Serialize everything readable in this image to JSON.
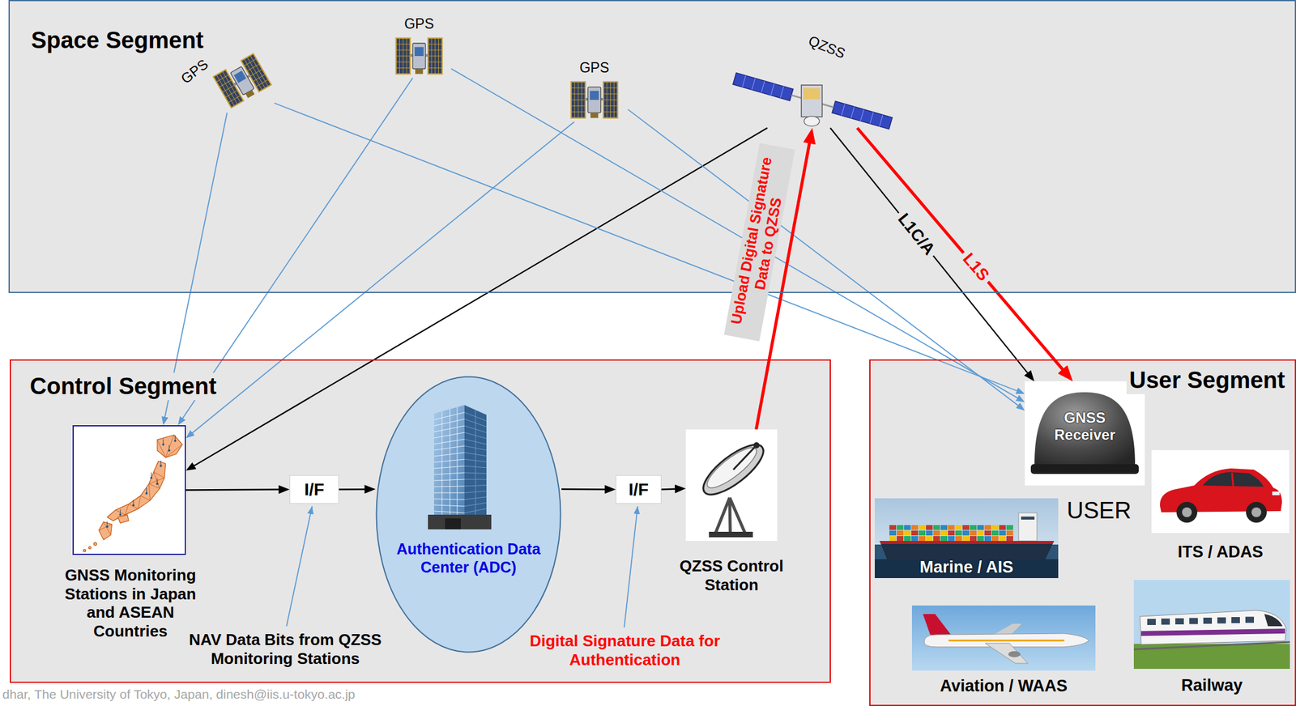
{
  "diagram": {
    "nodes": [
      {
        "text": [
          "Space Segment"
        ]
      },
      {
        "text": [
          "GPS"
        ],
        "in": 0
      },
      {
        "text": [
          "GPS"
        ],
        "in": 0
      },
      {
        "text": [
          "GPS"
        ],
        "in": 0
      },
      {
        "text": [
          "QZSS"
        ],
        "in": 0
      },
      {
        "text": [
          "Control Segment"
        ]
      },
      {
        "text": [
          "GNSS Monitoring Stations in Japan and ASEAN Countries"
        ],
        "in": 5
      },
      {
        "text": [
          "I/F"
        ],
        "in": 5
      },
      {
        "text": [
          "Authentication Data Center (ADC)"
        ],
        "in": 5
      },
      {
        "text": [
          "I/F"
        ],
        "in": 5
      },
      {
        "text": [
          "QZSS Control Station"
        ],
        "in": 5
      },
      {
        "text": [
          "User Segment"
        ]
      },
      {
        "text": [
          "GNSS Receiver"
        ],
        "in": 11
      },
      {
        "text": [
          "Marine / AIS"
        ],
        "in": 11
      },
      {
        "text": [
          "ITS / ADAS"
        ],
        "in": 11
      },
      {
        "text": [
          "Aviation / WAAS"
        ],
        "in": 11
      },
      {
        "text": [
          "Railway"
        ],
        "in": 11
      }
    ],
    "edges": [
      {
        "from": 1,
        "to": 6,
        "arrow": "to"
      },
      {
        "from": 2,
        "to": 6,
        "arrow": "to"
      },
      {
        "from": 3,
        "to": 6,
        "arrow": "to"
      },
      {
        "from": 4,
        "to": 6,
        "arrow": "to"
      },
      {
        "from": 1,
        "to": 12,
        "arrow": "to"
      },
      {
        "from": 2,
        "to": 12,
        "arrow": "to"
      },
      {
        "from": 3,
        "to": 12,
        "arrow": "to"
      },
      {
        "from": 6,
        "to": 7,
        "arrow": "to"
      },
      {
        "from": 7,
        "to": 8,
        "arrow": "to"
      },
      {
        "from": 8,
        "to": 9,
        "arrow": "to"
      },
      {
        "from": 9,
        "to": 10,
        "arrow": "to"
      },
      {
        "from": 10,
        "to": 4,
        "label": "Upload Digital Signature Data to QZSS",
        "arrow": "to"
      },
      {
        "from": 4,
        "to": 12,
        "label": "L1C/A",
        "arrow": "to"
      },
      {
        "from": 4,
        "to": 12,
        "label": "L1S",
        "arrow": "to"
      }
    ],
    "labels": [
      "USER",
      "NAV Data Bits from QZSS Monitoring Stations",
      "Digital Signature Data for Authentication",
      "dhar, The University of Tokyo, Japan, dinesh@iis.u-tokyo.ac.jp"
    ]
  }
}
